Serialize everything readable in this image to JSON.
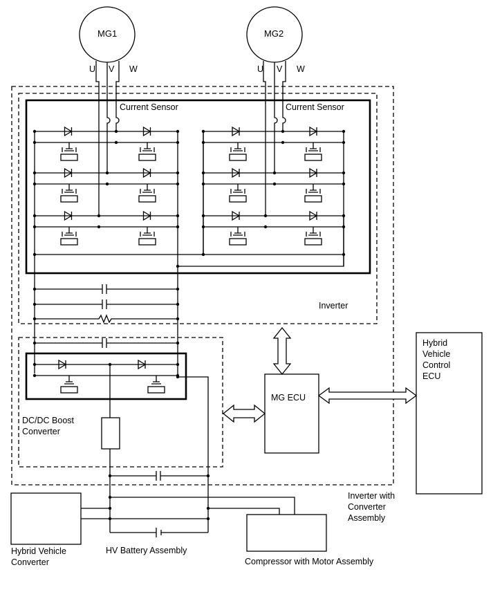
{
  "motors": {
    "mg1": {
      "label": "MG1",
      "u": "U",
      "v": "V",
      "w": "W"
    },
    "mg2": {
      "label": "MG2",
      "u": "U",
      "v": "V",
      "w": "W"
    }
  },
  "inverter": {
    "current_sensor_1": "Current Sensor",
    "current_sensor_2": "Current Sensor",
    "label": "Inverter"
  },
  "boost_converter": {
    "label_line1": "DC/DC Boost",
    "label_line2": "Converter"
  },
  "mg_ecu": {
    "label": "MG ECU"
  },
  "hv_control_ecu": {
    "line1": "Hybrid",
    "line2": "Vehicle",
    "line3": "Control",
    "line4": "ECU"
  },
  "inverter_assembly": {
    "line1": "Inverter with",
    "line2": "Converter",
    "line3": "Assembly"
  },
  "hybrid_vehicle_converter": {
    "line1": "Hybrid Vehicle",
    "line2": "Converter"
  },
  "hv_battery": {
    "label": "HV Battery Assembly"
  },
  "compressor": {
    "label": "Compressor with Motor Assembly"
  }
}
